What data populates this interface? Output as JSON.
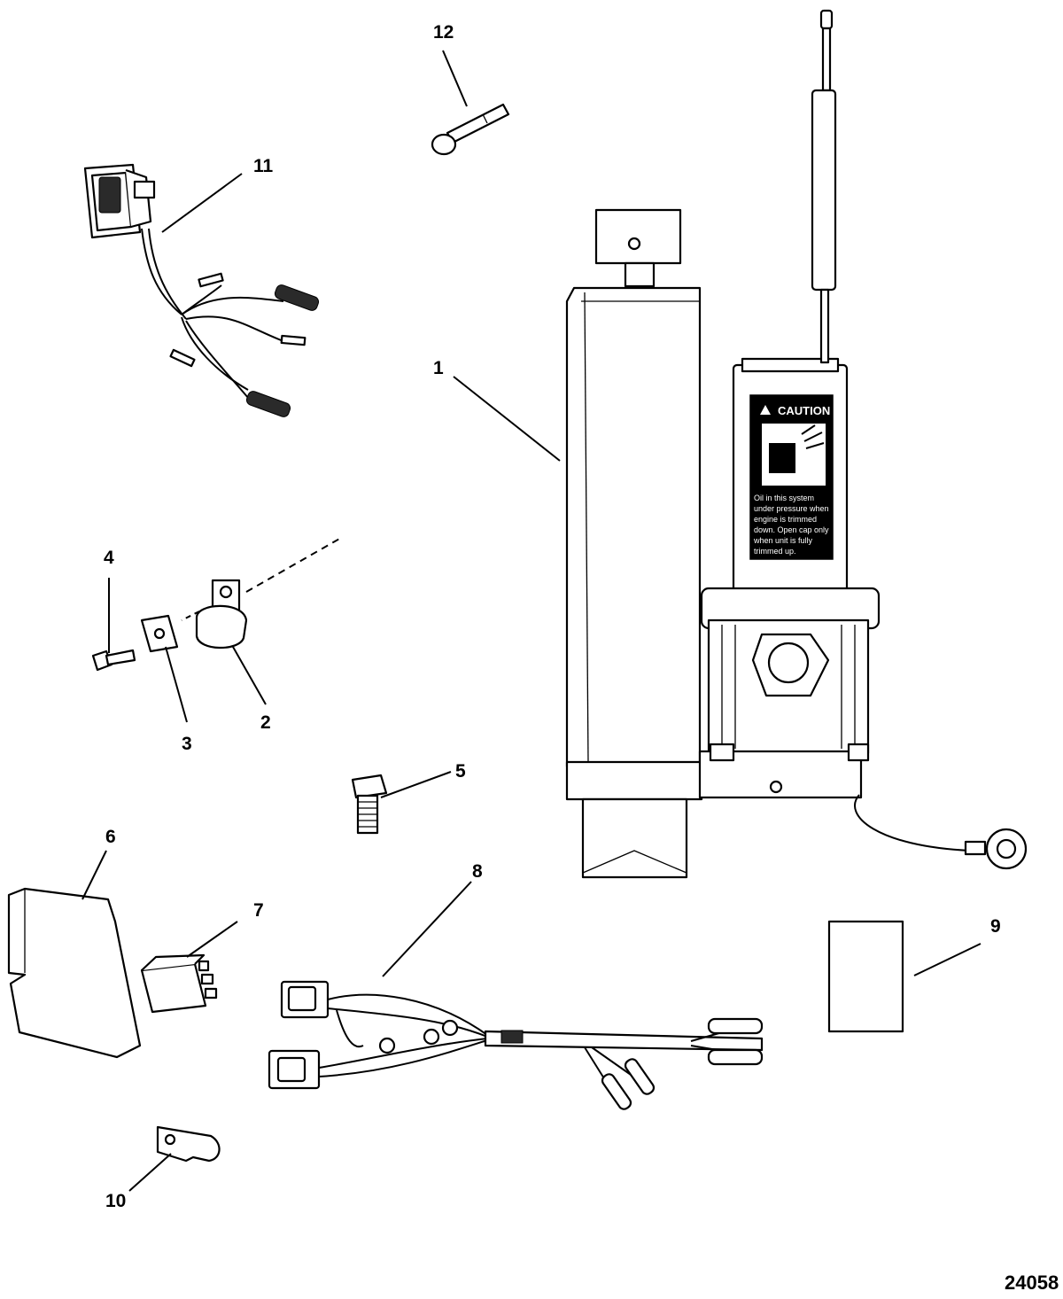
{
  "callouts": {
    "c1": "1",
    "c2": "2",
    "c3": "3",
    "c4": "4",
    "c5": "5",
    "c6": "6",
    "c7": "7",
    "c8": "8",
    "c9": "9",
    "c10": "10",
    "c11": "11",
    "c12": "12"
  },
  "document_number": "24058",
  "caution_label": {
    "title": "CAUTION",
    "text_lines": [
      "Oil in this system",
      "under pressure when",
      "engine is trimmed",
      "down. Open cap only",
      "when unit is fully",
      "trimmed up."
    ]
  }
}
